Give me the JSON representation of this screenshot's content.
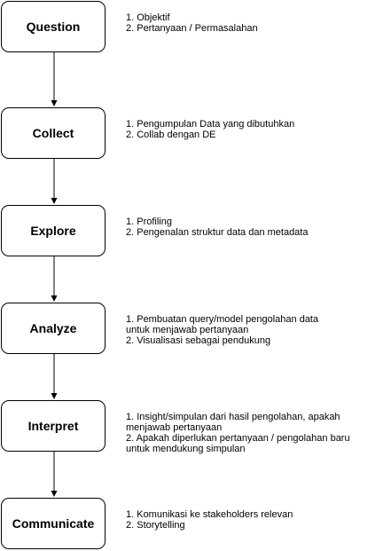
{
  "steps": [
    {
      "title": "Question",
      "notes": [
        "1. Objektif",
        "2. Pertanyaan / Permasalahan"
      ]
    },
    {
      "title": "Collect",
      "notes": [
        "1. Pengumpulan Data yang dibutuhkan",
        "2. Collab dengan DE"
      ]
    },
    {
      "title": "Explore",
      "notes": [
        "1. Profiling",
        "2. Pengenalan struktur data dan metadata"
      ]
    },
    {
      "title": "Analyze",
      "notes": [
        "1. Pembuatan query/model pengolahan data",
        "untuk menjawab pertanyaan",
        "2. Visualisasi sebagai pendukung"
      ]
    },
    {
      "title": "Interpret",
      "notes": [
        "1. Insight/simpulan dari hasil pengolahan, apakah",
        "menjawab pertanyaan",
        "2. Apakah diperlukan pertanyaan / pengolahan baru",
        "untuk mendukung simpulan"
      ]
    },
    {
      "title": "Communicate",
      "notes": [
        "1. Komunikasi ke stakeholders relevan",
        "2. Storytelling"
      ]
    }
  ],
  "colors": {
    "stroke": "#000000",
    "box_fill": "#ffffff",
    "text": "#000000"
  }
}
